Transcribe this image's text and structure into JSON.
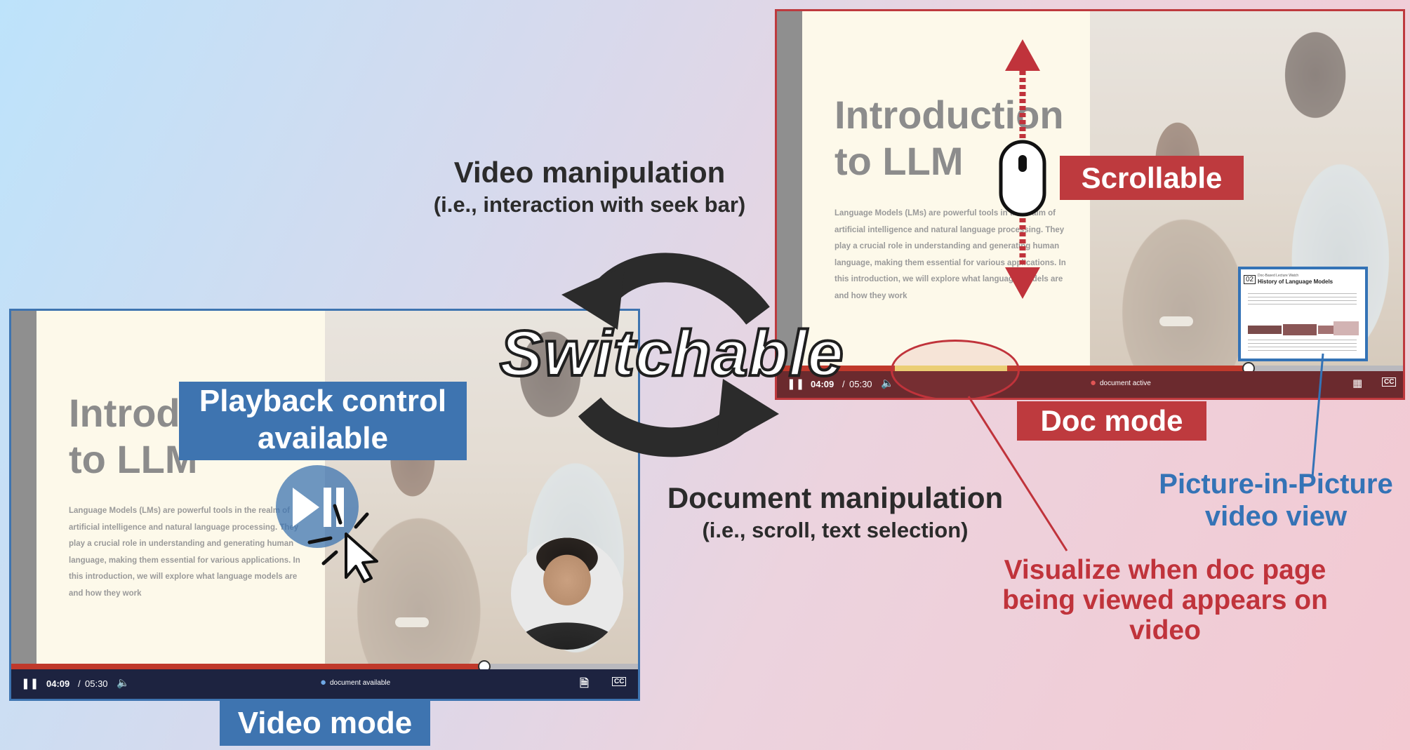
{
  "labels": {
    "video_manipulation": "Video manipulation",
    "video_manipulation_sub": "(i.e., interaction with seek bar)",
    "document_manipulation": "Document manipulation",
    "document_manipulation_sub": "(i.e., scroll, text selection)",
    "switchable": "Switchable",
    "scrollable": "Scrollable",
    "playback_line1": "Playback control",
    "playback_line2": "available",
    "video_mode": "Video mode",
    "doc_mode": "Doc mode",
    "pip_line1": "Picture-in-Picture",
    "pip_line2": "video view",
    "visualize_line1": "Visualize when doc page",
    "visualize_line2": "being viewed appears on video"
  },
  "slide": {
    "title": "Introduction\nto LLM",
    "body": "Language Models (LMs) are powerful tools in the realm of artificial intelligence and natural language processing. They play a crucial role in understanding and generating human language, making them essential for various applications. In this introduction, we will explore what language models are and how they work"
  },
  "video_player": {
    "current_time": "04:09",
    "separator": "/",
    "duration": "05:30",
    "status": "document available",
    "progress": 0.75
  },
  "doc_player": {
    "current_time": "04:09",
    "separator": "/",
    "duration": "05:30",
    "status": "document active",
    "progress": 0.75
  },
  "pip": {
    "page_number": "02",
    "header_small": "Doc-Based Lecture Watch",
    "title": "History of Language Models"
  },
  "colors": {
    "blue_label": "#3e74b0",
    "red_label": "#be3a3e",
    "red_text": "#c0333b",
    "blue_text": "#3473b6",
    "dark_text": "#2b2b2b",
    "video_bar": "#1d2340",
    "doc_bar": "#6b2a2e"
  },
  "icons": [
    "pause-icon",
    "volume-icon",
    "document-icon",
    "captions-icon",
    "play-pause-icon",
    "cursor-icon",
    "mouse-icon",
    "fullscreen-icon"
  ]
}
